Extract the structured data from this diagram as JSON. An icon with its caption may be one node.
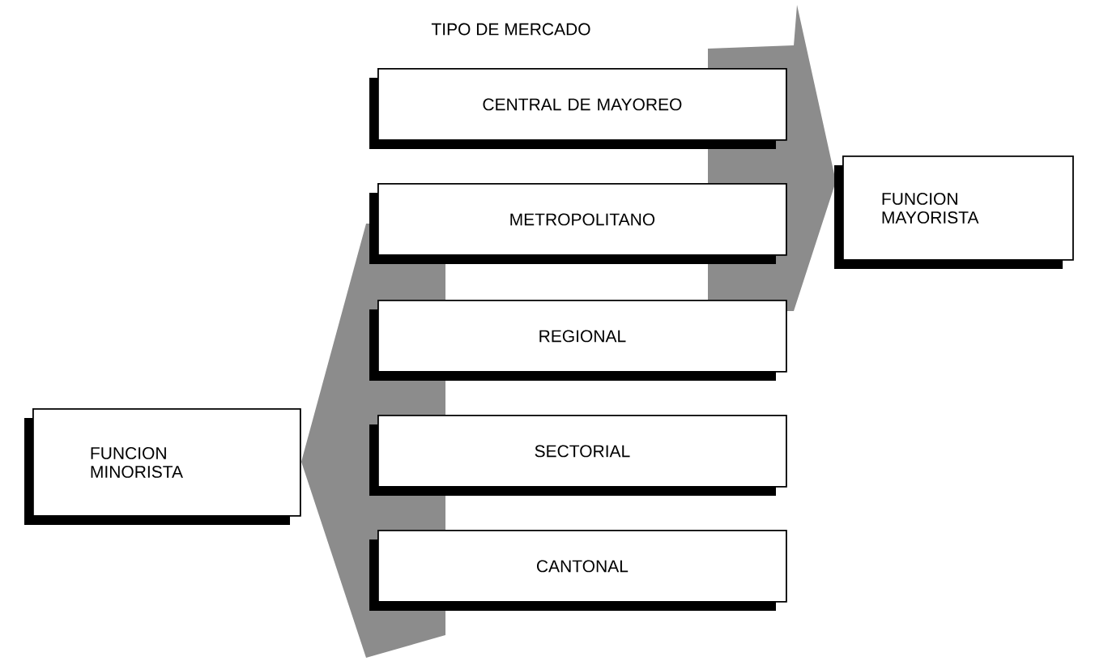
{
  "diagram": {
    "title": "TIPO DE MERCADO",
    "nodes": [
      {
        "text": [
          "CENTRAL DE MAYOREO"
        ]
      },
      {
        "text": [
          "METROPOLITANO"
        ]
      },
      {
        "text": [
          "REGIONAL"
        ]
      },
      {
        "text": [
          "SECTORIAL"
        ]
      },
      {
        "text": [
          "CANTONAL"
        ]
      },
      {
        "text": [
          "FUNCION MINORISTA"
        ]
      },
      {
        "text": [
          "FUNCION MAYORISTA"
        ]
      }
    ]
  }
}
